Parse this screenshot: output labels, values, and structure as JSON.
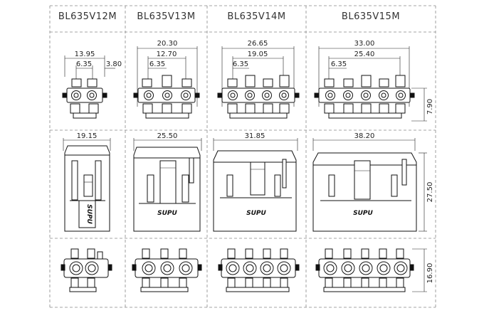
{
  "headers": [
    "BL635V12M",
    "BL635V13M",
    "BL635V14M",
    "BL635V15M"
  ],
  "top_dims": {
    "v12": {
      "overall": "13.95",
      "pitch": "6.35",
      "edge": "3.80"
    },
    "v13": {
      "overall": "20.30",
      "span": "12.70",
      "pitch": "6.35"
    },
    "v14": {
      "overall": "26.65",
      "span": "19.05",
      "pitch": "6.35"
    },
    "v15": {
      "overall": "33.00",
      "span": "25.40",
      "pitch": "6.35",
      "height": "7.90"
    }
  },
  "mid_dims": {
    "v12": "19.15",
    "v13": "25.50",
    "v14": "31.85",
    "v15": "38.20",
    "height": "27.50"
  },
  "bottom_dims": {
    "height": "16.90"
  },
  "brand": "SUPU",
  "colors": {
    "line": "#111111",
    "dash": "#888888",
    "text": "#222222"
  }
}
